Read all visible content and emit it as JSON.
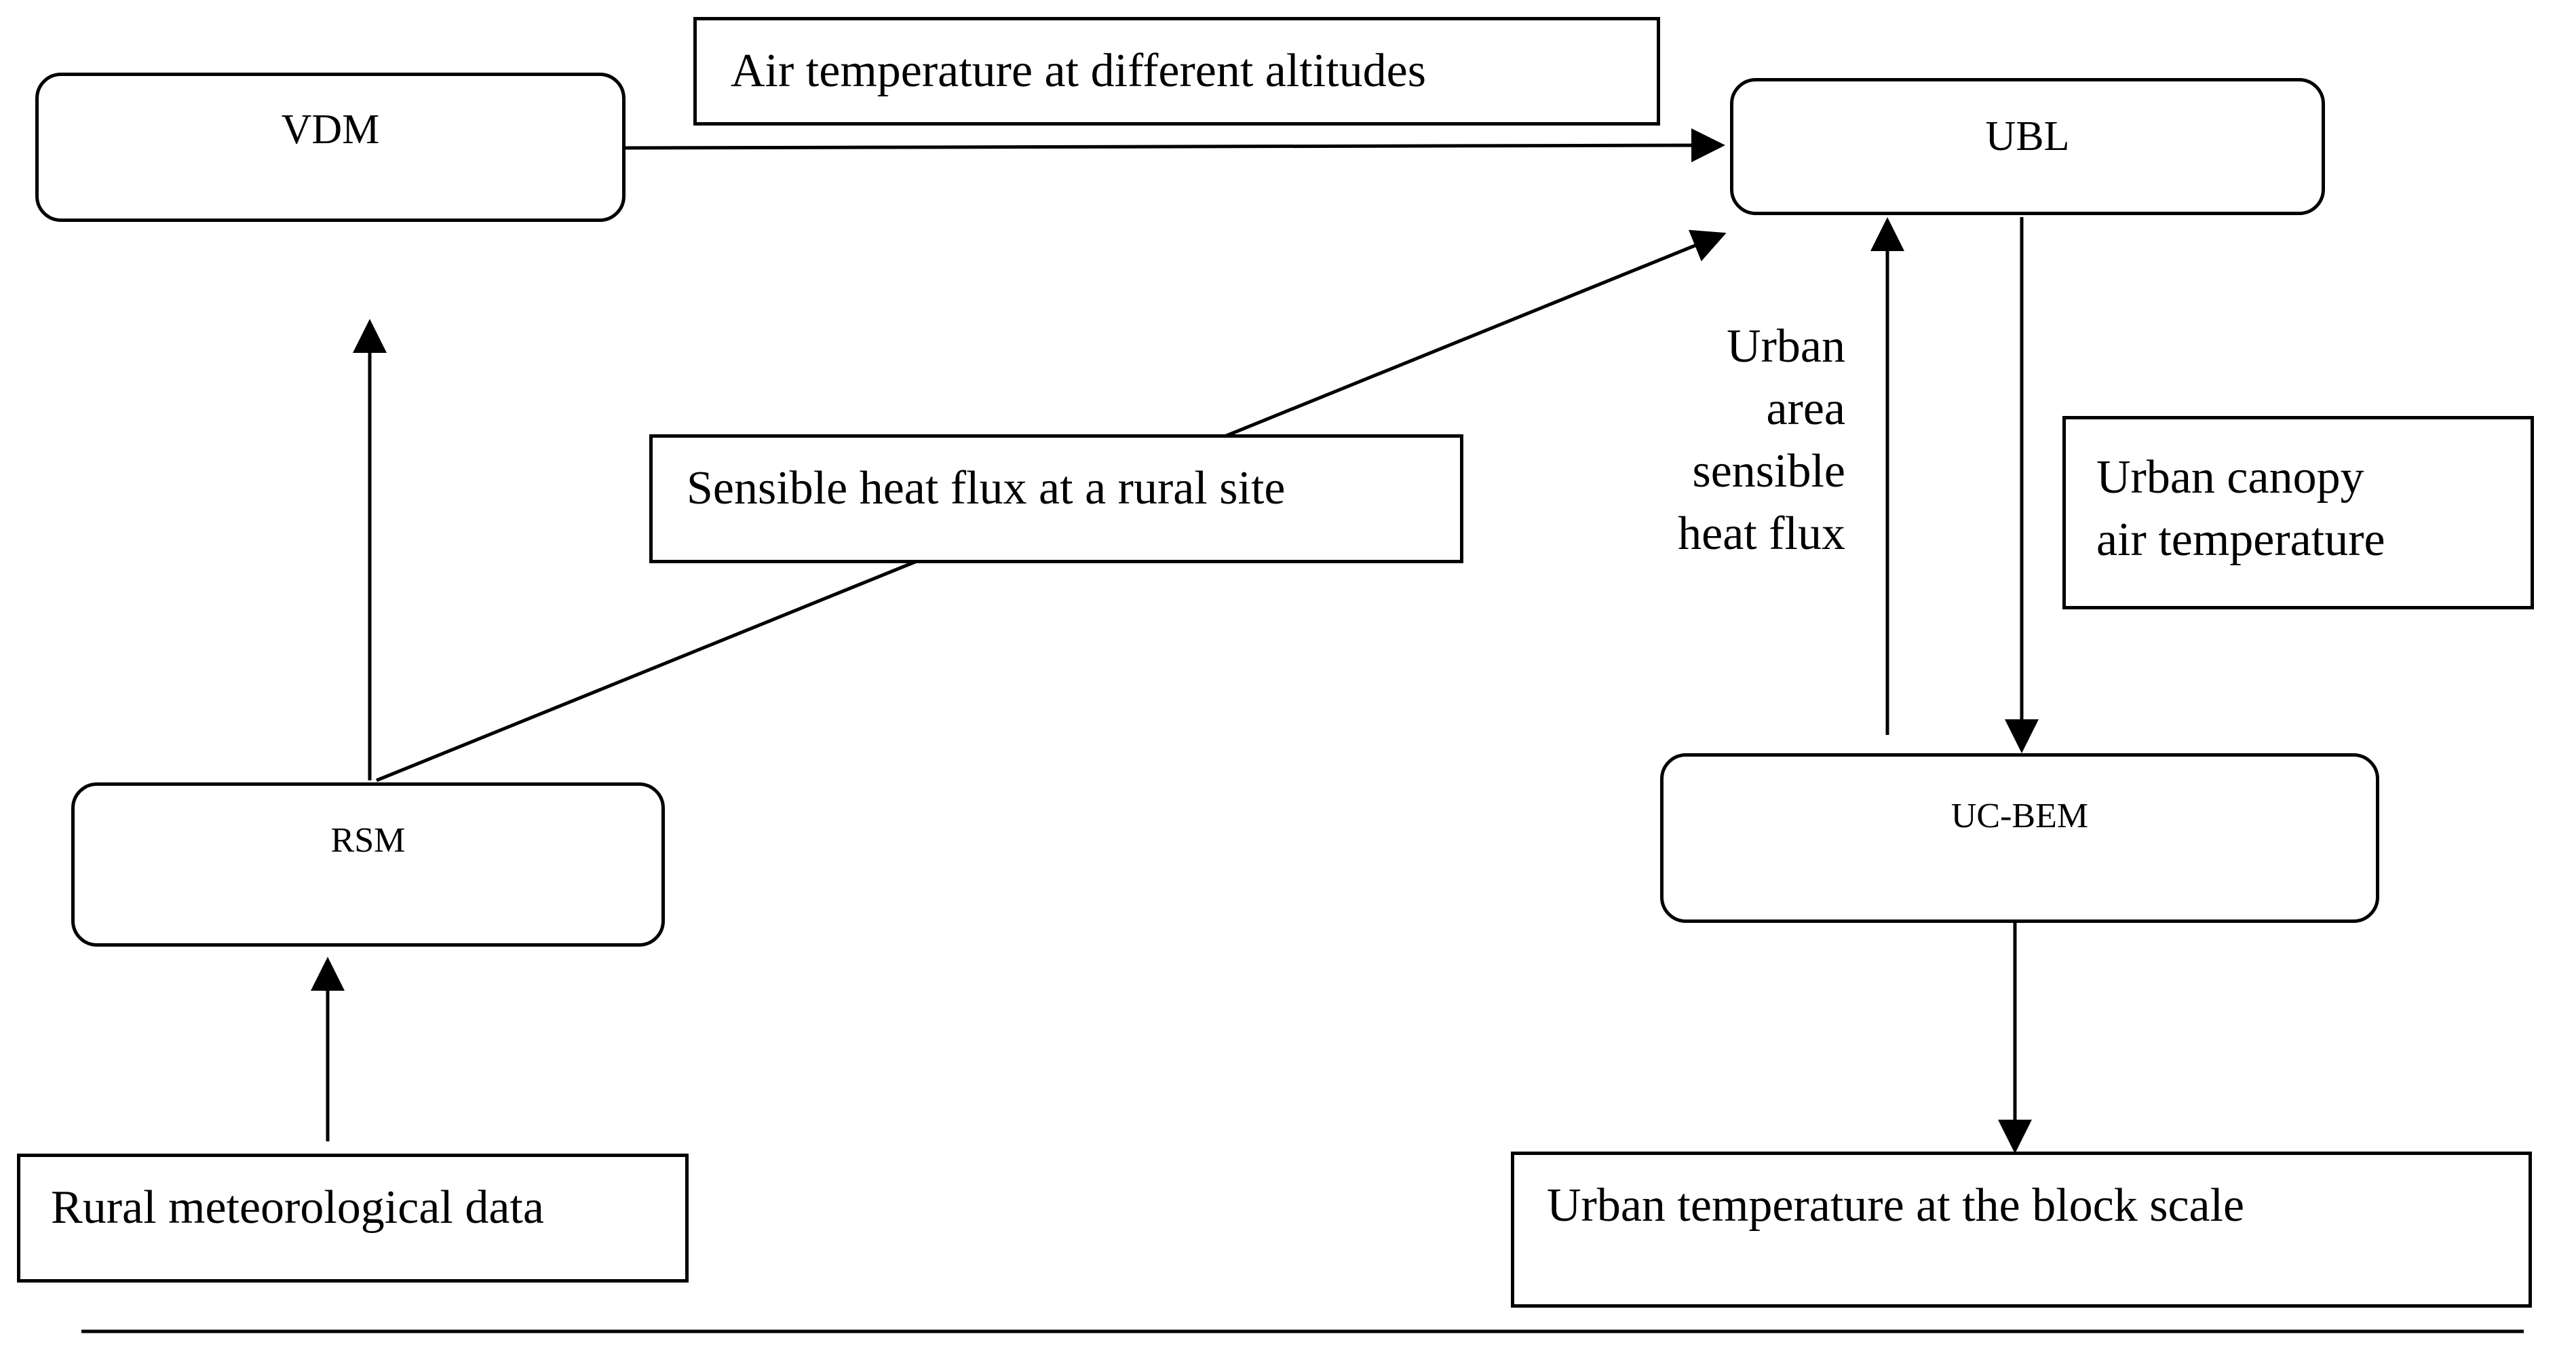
{
  "nodes": {
    "vdm": "VDM",
    "ubl": "UBL",
    "rsm": "RSM",
    "ucbem": "UC-BEM"
  },
  "notes": {
    "air_temp_altitudes": "Air temperature at different altitudes",
    "sensible_heat_rural": "Sensible heat flux at a rural site",
    "urban_canopy_air_temp": [
      "Urban canopy",
      "air temperature"
    ],
    "rural_met_data": "Rural meteorological data",
    "urban_temp_block": "Urban temperature at the block scale"
  },
  "edge_labels": {
    "urban_area_heat_flux": [
      "Urban",
      "area",
      "sensible",
      "heat flux"
    ]
  }
}
